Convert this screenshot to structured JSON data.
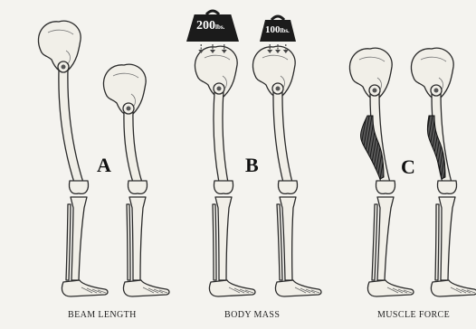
{
  "panels": [
    {
      "letter": "A",
      "caption": "BEAM LENGTH"
    },
    {
      "letter": "B",
      "caption": "BODY MASS"
    },
    {
      "letter": "C",
      "caption": "MUSCLE FORCE"
    }
  ],
  "weights": [
    {
      "value": "200",
      "unit": "lbs."
    },
    {
      "value": "100",
      "unit": "lbs."
    }
  ],
  "colors": {
    "bone_fill": "#f1efe8",
    "bone_stroke": "#2a2a2a",
    "weight_fill": "#1b1b1b",
    "muscle_fill": "#4a4a4a",
    "background": "#f4f3ef"
  }
}
